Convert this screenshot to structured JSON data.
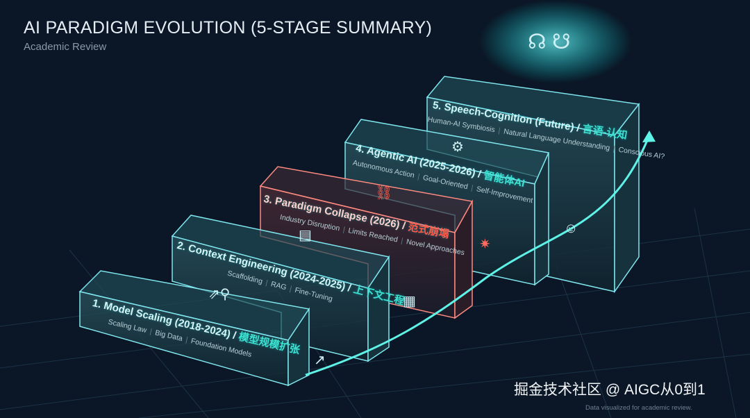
{
  "header": {
    "title": "AI PARADIGM EVOLUTION (5-STAGE SUMMARY)",
    "subtitle": "Academic Review"
  },
  "stages": [
    {
      "title": "1. Model Scaling (2018-2024) / ",
      "title_zh": "模型规模扩张",
      "tags": [
        "Scaling Law",
        "Big Data",
        "Foundation Models"
      ],
      "icon": "scaling-arrows-icon",
      "side_icon": "trend-up-icon"
    },
    {
      "title": "2. Context Engineering (2024-2025) / ",
      "title_zh": "上下文工程",
      "tags": [
        "Scaffolding",
        "RAG",
        "Fine-Tuning"
      ],
      "icon": "document-stack-icon",
      "side_icon": "document-icon"
    },
    {
      "title": "3. Paradigm Collapse (2026) / ",
      "title_zh": "范式崩塌",
      "tags": [
        "Industry Disruption",
        "Limits Reached",
        "Novel Approaches"
      ],
      "icon": "broken-link-icon",
      "side_icon": "burst-icon"
    },
    {
      "title": "4. Agentic AI (2025-2026) / ",
      "title_zh": "智能体AI",
      "tags": [
        "Autonomous Action",
        "Goal-Oriented",
        "Self-Improvement"
      ],
      "icon": "robot-arm-icon",
      "side_icon": "brain-head-icon"
    },
    {
      "title": "5. Speech-Cognition (Future) / ",
      "title_zh": "言语-认知",
      "tags": [
        "Human-AI Symbiosis",
        "Natural Language Understanding",
        "Conscious AI?"
      ],
      "icon": "human-ai-heads-icon",
      "side_icon": ""
    }
  ],
  "watermark": "掘金技术社区 @ AIGC从0到1",
  "credit": "Data visualized for academic review.",
  "colors": {
    "background": "#0b1726",
    "accent": "#3fe0d0",
    "collapse": "#ff5a4a"
  }
}
